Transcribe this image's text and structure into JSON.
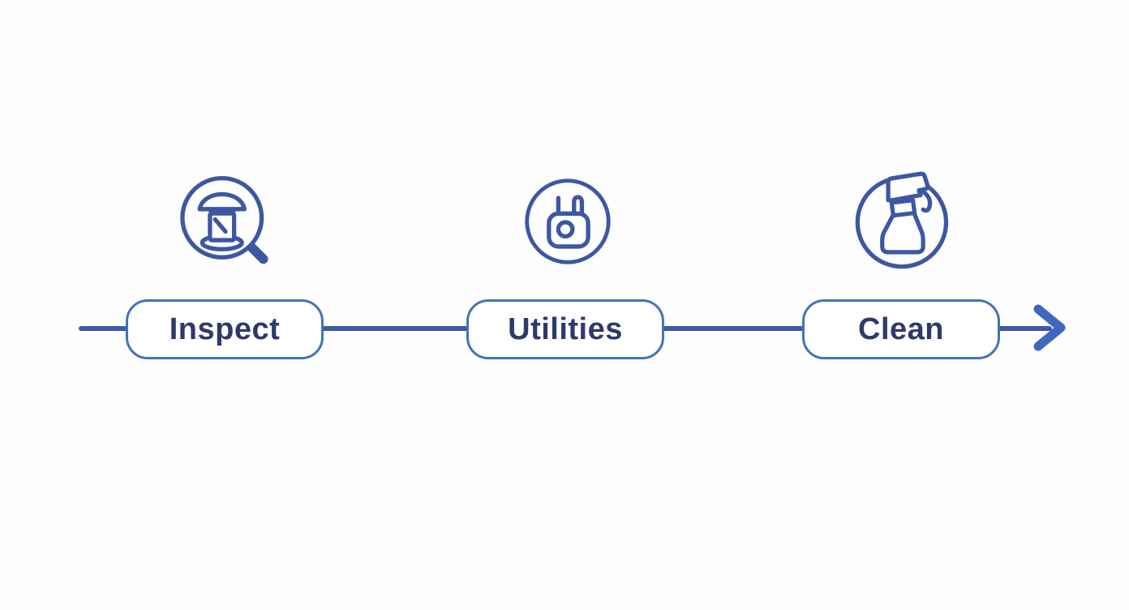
{
  "diagram": {
    "type": "process-flow",
    "direction": "left-to-right",
    "steps": [
      {
        "label": "Inspect",
        "icon": "magnifier-inspection-icon"
      },
      {
        "label": "Utilities",
        "icon": "power-plug-icon"
      },
      {
        "label": "Clean",
        "icon": "spray-bottle-icon"
      }
    ],
    "colors": {
      "line": "#3c5aa6",
      "pill_border": "#4273b8",
      "label_text": "#2e3a6b",
      "icon_stroke": "#3d57a2",
      "arrow": "#3d68bd",
      "background": "#fefefe"
    }
  }
}
